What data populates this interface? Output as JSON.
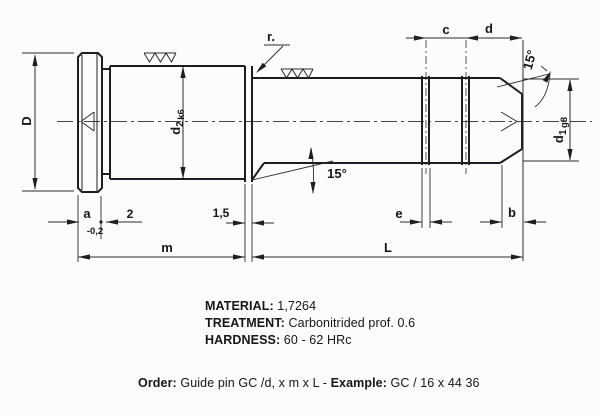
{
  "drawing": {
    "colors": {
      "ink": "#15151c",
      "line": "#2b2b2b",
      "background": "#fcfcfb"
    },
    "dim_labels": {
      "D": "D",
      "d2_main": "d",
      "d2_sub": "2",
      "d2_tol": "k6",
      "d1_main": "d",
      "d1_sub": "1",
      "d1_tol": "g8",
      "r": "r.",
      "angle_tip": "15°",
      "angle_shoulder": "15°",
      "a": "a",
      "a_tol": "-0,2",
      "two": "2",
      "one_five": "1,5",
      "c": "c",
      "d": "d",
      "e": "e",
      "b": "b",
      "m": "m",
      "L": "L"
    },
    "specs": [
      {
        "label": "MATERIAL:",
        "value": " 1,7264"
      },
      {
        "label": "TREATMENT:",
        "value": " Carbonitrided prof. 0.6"
      },
      {
        "label": "HARDNESS:",
        "value": " 60 - 62 HRc"
      }
    ],
    "order": {
      "label": "Order:",
      "text": " Guide pin GC /d, x m x L - ",
      "example_label": "Example:",
      "example_value": " GC / 16 x 44 36"
    }
  }
}
